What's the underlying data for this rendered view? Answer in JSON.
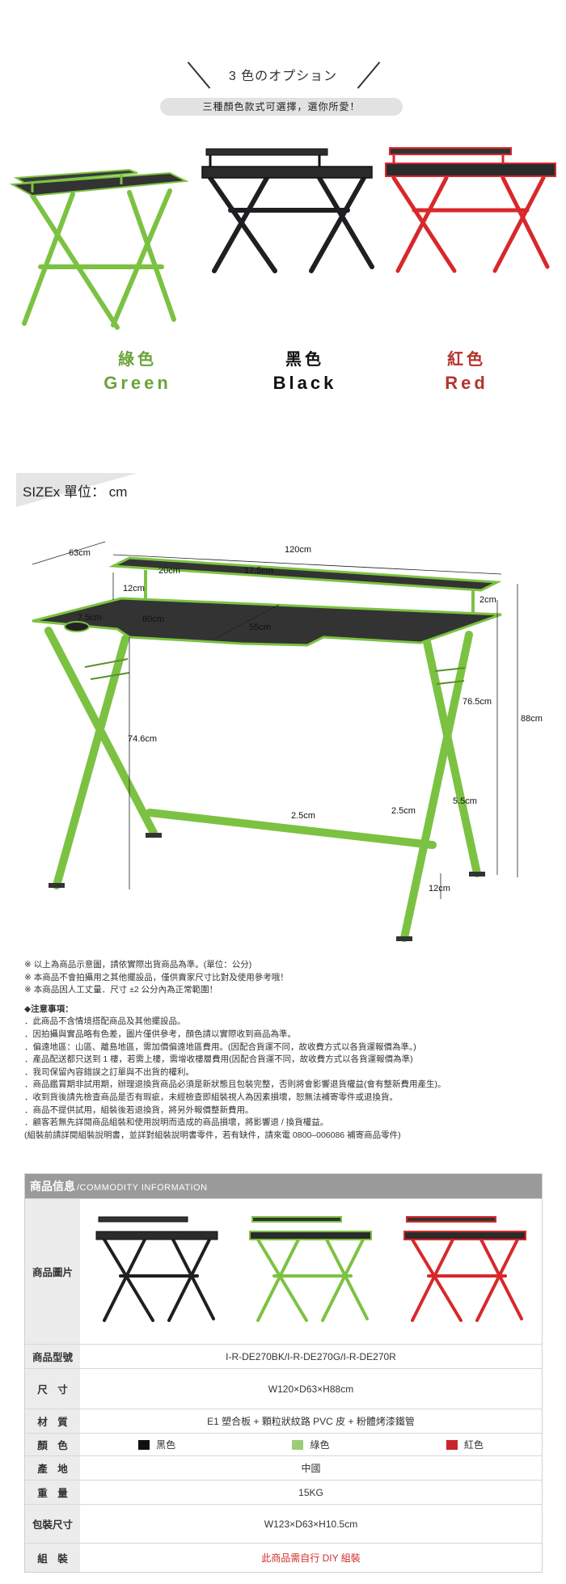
{
  "options": {
    "title": "3 色のオプション",
    "subtitle": "三種顏色款式可選擇，選你所愛！",
    "colors": [
      {
        "cn": "綠色",
        "en": "Green",
        "hex": "#6aa33a",
        "frame": "#7cc242"
      },
      {
        "cn": "黑色",
        "en": "Black",
        "hex": "#111111",
        "frame": "#1f1f23"
      },
      {
        "cn": "紅色",
        "en": "Red",
        "hex": "#b5332c",
        "frame": "#d8282b"
      }
    ]
  },
  "size": {
    "label": "SIZEx 單位： cm",
    "dims": {
      "depth": "63cm",
      "width": "120cm",
      "shelf_left": "20cm",
      "shelf_span": "17.5cm",
      "shelf_height": "12cm",
      "shelf_thick": "2cm",
      "cup": "7.5cm",
      "left_part": "60cm",
      "mid_part": "55cm",
      "leg_height": "76.5cm",
      "total_height": "88cm",
      "under_height": "74.6cm",
      "bar1": "2.5cm",
      "bar2": "2.5cm",
      "tube": "5.5cm",
      "foot": "12cm"
    }
  },
  "notes": {
    "lines": [
      "※ 以上為商品示意圖，請依實際出貨商品為準。(單位：公分)",
      "※ 本商品不會拍攝用之其他擺設品，僅供賣家尺寸比對及使用參考哦！",
      "※ 本商品因人工丈量．尺寸 ±2 公分內為正常範圍！"
    ],
    "heading": "◆注意事項：",
    "items": [
      "．此商品不含情境搭配商品及其他擺設品。",
      "．因拍攝與實品略有色差，圖片僅供參考，顏色請以實際收到商品為準。",
      "．偏遠地區：山區、離島地區，需加價偏遠地區費用。(因配合貨運不同，故收費方式以各貨運報價為準。)",
      "．產品配送都只送到 1 樓，若需上樓，需增收樓層費用(因配合貨運不同，故收費方式以各貨運報價為準)",
      "．我司保留內容錯誤之訂單與不出貨的權利。",
      "．商品鑑賞期非試用期，辦理退換貨商品必須是新狀態且包裝完整，否則將會影響退貨權益(會有整新費用產生)。",
      "．收到貨後請先檢查商品是否有瑕疵，未經檢查即組裝視人為因素損壞，恕無法補寄零件或退換貨。",
      "．商品不提供試用，組裝後若退換貨，將另外報價整新費用。",
      "．顧客若無先詳閱商品組裝和使用說明而造成的商品損壞，將影響退 / 換貨權益。",
      "(組裝前請詳閱組裝說明書，並詳對組裝說明書零件，若有缺件，請來電 0800–006086 補寄商品零件)"
    ]
  },
  "spec": {
    "title_cn": "商品信息",
    "title_en": "/COMMODITY INFORMATION",
    "rows": {
      "image": {
        "k": "商品圖片"
      },
      "model": {
        "k": "商品型號",
        "v": "I-R-DE270BK/I-R-DE270G/I-R-DE270R"
      },
      "size": {
        "k": "尺　寸",
        "v": "W120×D63×H88cm"
      },
      "material": {
        "k": "材　質",
        "v": "E1 塑合板 + 顆粒狀紋路 PVC 皮 + 粉體烤漆鐵管"
      },
      "color": {
        "k": "顏　色",
        "swatches": [
          {
            "label": "黑色",
            "hex": "#111111"
          },
          {
            "label": "綠色",
            "hex": "#9ccc78"
          },
          {
            "label": "紅色",
            "hex": "#c8262c"
          }
        ]
      },
      "origin": {
        "k": "產　地",
        "v": "中國"
      },
      "weight": {
        "k": "重　量",
        "v": "15KG"
      },
      "package": {
        "k": "包裝尺寸",
        "v": "W123×D63×H10.5cm"
      },
      "assembly": {
        "k": "組　裝",
        "v": "此商品需自行 DIY 組裝"
      }
    }
  }
}
